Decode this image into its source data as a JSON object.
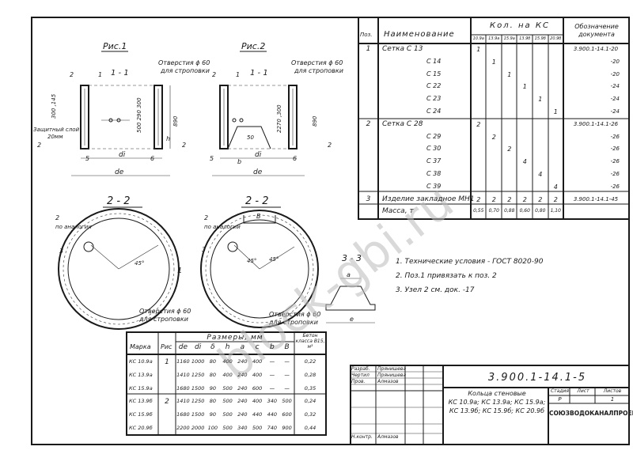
{
  "drawing": {
    "fig1_title": "Рис.1",
    "fig2_title": "Рис.2",
    "section_11": "1 - 1",
    "section_22": "2 - 2",
    "section_33": "3 - 3",
    "holes_label_1": "Отверстия ϕ 60",
    "holes_label_2": "для строповки",
    "protective_layer_1": "Защитный слой",
    "protective_layer_2": "20мм",
    "by_analogy": "по аналогии",
    "dim_di": "di",
    "dim_de": "de",
    "dim_h": "h",
    "dim_b": "b",
    "dim_a": "a",
    "dim_e": "e",
    "dim_B": "B",
    "dim_45": "45°",
    "dim_50": "50",
    "dim_890": "890",
    "dim_300": "300 ,145",
    "dim_500": "500 290 300",
    "dim_2270": "2270 ,300",
    "num_1": "1",
    "num_2": "2",
    "num_3": "3",
    "num_5": "5",
    "num_6": "6"
  },
  "notes": [
    "1. Технические условия - ГОСТ 8020-90",
    "2. Поз.1 привязать к поз. 2",
    "3. Узел 2 см. док. -17"
  ],
  "spec": {
    "headers": {
      "pos": "Поз.",
      "name": "Наименование",
      "qty": "Кол. на КС",
      "designation": "Обозначение документа"
    },
    "sub_headers": [
      "10.9а",
      "13.9а",
      "15.9а",
      "13.9б",
      "15.9б",
      "20.9б"
    ],
    "rows": [
      {
        "pos": "1",
        "name": "Сетка  С 13",
        "q": [
          "1",
          "",
          "",
          "",
          "",
          ""
        ],
        "doc": "3.900.1-14.1-20"
      },
      {
        "pos": "",
        "name": "С 14",
        "q": [
          "",
          "1",
          "",
          "",
          "",
          ""
        ],
        "doc": "-20"
      },
      {
        "pos": "",
        "name": "С 15",
        "q": [
          "",
          "",
          "1",
          "",
          "",
          ""
        ],
        "doc": "-20"
      },
      {
        "pos": "",
        "name": "С 22",
        "q": [
          "",
          "",
          "",
          "1",
          "",
          ""
        ],
        "doc": "-24"
      },
      {
        "pos": "",
        "name": "С 23",
        "q": [
          "",
          "",
          "",
          "",
          "1",
          ""
        ],
        "doc": "-24"
      },
      {
        "pos": "",
        "name": "С 24",
        "q": [
          "",
          "",
          "",
          "",
          "",
          "1"
        ],
        "doc": "-24"
      },
      {
        "pos": "2",
        "name": "Сетка  С 28",
        "q": [
          "2",
          "",
          "",
          "",
          "",
          ""
        ],
        "doc": "3.900.1-14.1-26"
      },
      {
        "pos": "",
        "name": "С 29",
        "q": [
          "",
          "2",
          "",
          "",
          "",
          ""
        ],
        "doc": "-26"
      },
      {
        "pos": "",
        "name": "С 30",
        "q": [
          "",
          "",
          "2",
          "",
          "",
          ""
        ],
        "doc": "-26"
      },
      {
        "pos": "",
        "name": "С 37",
        "q": [
          "",
          "",
          "",
          "4",
          "",
          ""
        ],
        "doc": "-26"
      },
      {
        "pos": "",
        "name": "С 38",
        "q": [
          "",
          "",
          "",
          "",
          "4",
          ""
        ],
        "doc": "-26"
      },
      {
        "pos": "",
        "name": "С 39",
        "q": [
          "",
          "",
          "",
          "",
          "",
          "4"
        ],
        "doc": "-26"
      },
      {
        "pos": "3",
        "name": "Изделие закладное МН1",
        "q": [
          "2",
          "2",
          "2",
          "2",
          "2",
          "2"
        ],
        "doc": "3.900.1-14.1-45"
      },
      {
        "pos": "",
        "name": "Масса, т",
        "q": [
          "0,55",
          "0,70",
          "0,88",
          "0,60",
          "0,80",
          "1,10"
        ],
        "doc": ""
      }
    ]
  },
  "dims_table": {
    "h_mark": "Марка",
    "h_fig": "Рис",
    "h_sizes": "Размеры, мм",
    "h_concrete": "Бетон класса В15, м³",
    "cols": [
      "de",
      "di",
      "δ",
      "h",
      "a",
      "c",
      "b",
      "B"
    ],
    "rows": [
      {
        "mark": "КС 10.9а",
        "fig": "1",
        "v": [
          "1160",
          "1000",
          "80",
          "400",
          "240",
          "400",
          "—",
          "—"
        ],
        "concrete": "0,22"
      },
      {
        "mark": "КС 13.9а",
        "fig": "",
        "v": [
          "1410",
          "1250",
          "80",
          "400",
          "240",
          "400",
          "—",
          "—"
        ],
        "concrete": "0,28"
      },
      {
        "mark": "КС 15.9а",
        "fig": "",
        "v": [
          "1680",
          "1500",
          "90",
          "500",
          "240",
          "600",
          "—",
          "—"
        ],
        "concrete": "0,35"
      },
      {
        "mark": "КС 13.9б",
        "fig": "2",
        "v": [
          "1410",
          "1250",
          "80",
          "500",
          "240",
          "400",
          "340",
          "500"
        ],
        "concrete": "0,24"
      },
      {
        "mark": "КС 15.9б",
        "fig": "",
        "v": [
          "1680",
          "1500",
          "90",
          "500",
          "240",
          "440",
          "440",
          "600"
        ],
        "concrete": "0,32"
      },
      {
        "mark": "КС 20.9б",
        "fig": "",
        "v": [
          "2200",
          "2000",
          "100",
          "500",
          "340",
          "500",
          "740",
          "900"
        ],
        "concrete": "0,44"
      }
    ]
  },
  "title_block": {
    "code": "3.900.1-14.1-5",
    "roles": [
      "Разраб.",
      "Чертил",
      "Пров.",
      "",
      "",
      "Н.контр."
    ],
    "names": [
      "Прянишева",
      "Прянишева",
      "Алмазов",
      "",
      "",
      "Алмазов"
    ],
    "title_lines": [
      "Кольца стеновые",
      "КС 10.9а; КС 13.9а; КС 15.9а;",
      "КС 13.9б; КС 15.9б; КС 20.9б"
    ],
    "stage_h": "Стадия",
    "sheet_h": "Лист",
    "sheets_h": "Листов",
    "stage_v": "Р",
    "sheet_v": "",
    "sheets_v": "1",
    "org": "СОЮЗВОДОКАНАЛПРОЕКТ"
  },
  "watermark": "block-gbi.ru"
}
